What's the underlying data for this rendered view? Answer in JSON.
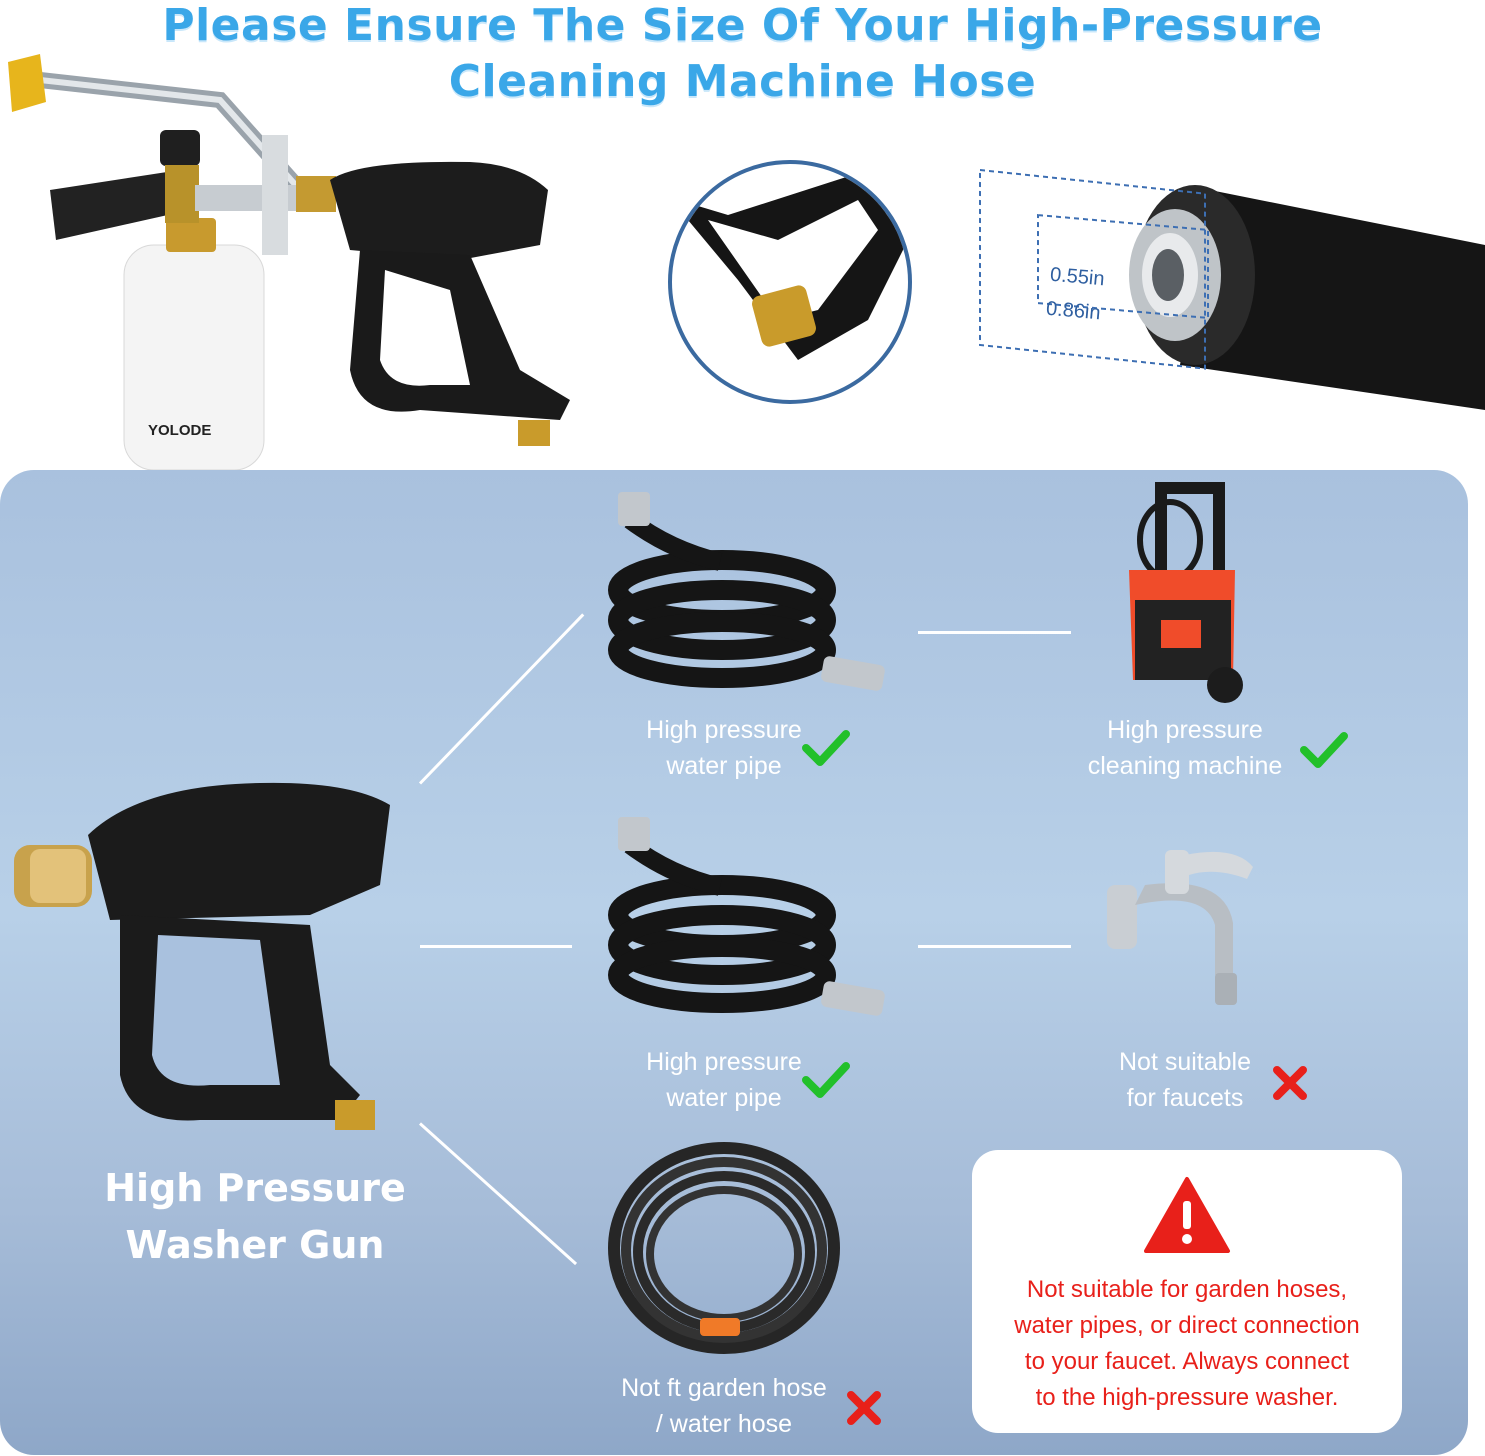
{
  "headline": {
    "line1": "Please Ensure The Size Of Your High-Pressure",
    "line2": "Cleaning Machine Hose"
  },
  "top_section": {
    "brand_logo": "YOLODE",
    "dimension_inner": "0.55in",
    "dimension_outer": "0.86in"
  },
  "gun": {
    "title_line1": "High Pressure",
    "title_line2": "Washer Gun"
  },
  "options": [
    {
      "label_line1": "High pressure",
      "label_line2": "water pipe",
      "status": "check",
      "icon": "hose-icon"
    },
    {
      "label_line1": "High pressure",
      "label_line2": "cleaning machine",
      "status": "check",
      "icon": "pressure-washer-icon"
    },
    {
      "label_line1": "High pressure",
      "label_line2": "water pipe",
      "status": "check",
      "icon": "hose-icon"
    },
    {
      "label_line1": "Not suitable",
      "label_line2": "for faucets",
      "status": "cross",
      "icon": "faucet-icon"
    },
    {
      "label_line1": "Not ft garden hose",
      "label_line2": "/ water hose",
      "status": "cross",
      "icon": "garden-hose-icon"
    }
  ],
  "warning": {
    "line1": "Not suitable for garden hoses,",
    "line2": "water pipes, or direct connection",
    "line3": "to your faucet. Always connect",
    "line4": "to the high-pressure washer."
  },
  "colors": {
    "headline": "#3aa7e8",
    "check": "#22c02a",
    "cross": "#e8201a",
    "warning_text": "#e8201a",
    "panel_top": "#a9c1de",
    "panel_bottom": "#8ea7c8"
  }
}
